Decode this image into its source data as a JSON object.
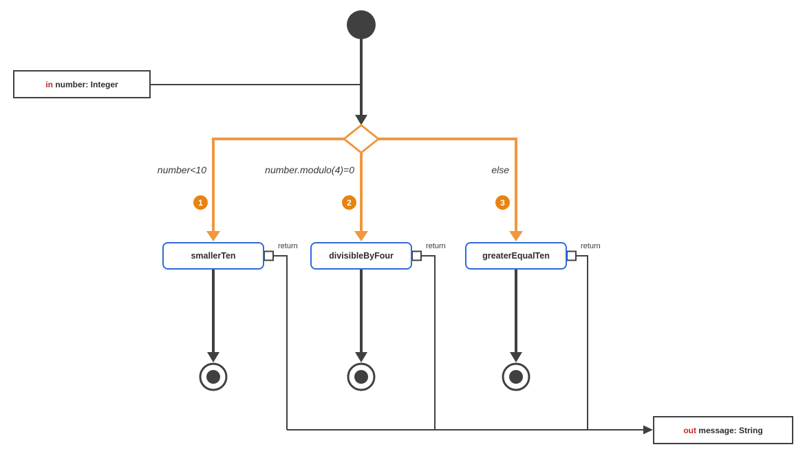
{
  "params": {
    "input": {
      "keyword": "in",
      "label": " number: Integer"
    },
    "output": {
      "keyword": "out",
      "label": " message: String"
    }
  },
  "decision": {
    "branches": [
      {
        "number": "1",
        "condition": "number<10",
        "target": "smallerTen",
        "return_label": "return"
      },
      {
        "number": "2",
        "condition": "number.modulo(4)=0",
        "target": "divisibleByFour",
        "return_label": "return"
      },
      {
        "number": "3",
        "condition": "else",
        "target": "greaterEqualTen",
        "return_label": "return"
      }
    ]
  },
  "colors": {
    "stroke_dark": "#404040",
    "accent_orange": "#F0973F",
    "badge_orange": "#E8830F",
    "node_blue": "#2E6BD8",
    "keyword_red": "#C62828"
  }
}
